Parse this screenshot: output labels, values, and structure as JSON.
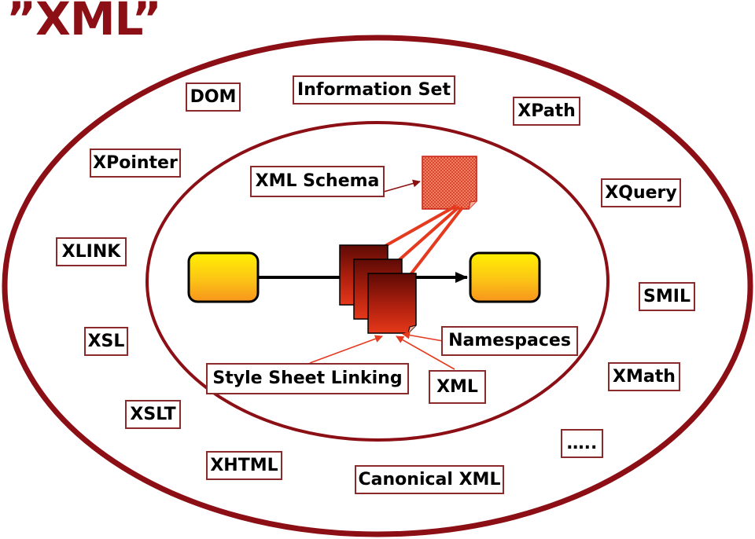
{
  "title": "”XML”",
  "colors": {
    "ring": "#8B0F14",
    "label_border": "#8B2A2A",
    "arrow": "#E53A1E",
    "doc_dark": "#6A0C06",
    "doc_light": "#E5381A",
    "node_top": "#FFF100",
    "node_bottom": "#F7941D"
  },
  "outer_labels": {
    "dom": "DOM",
    "information_set": "Information Set",
    "xpath": "XPath",
    "xpointer": "XPointer",
    "xquery": "XQuery",
    "xlink": "XLINK",
    "smil": "SMIL",
    "xsl": "XSL",
    "xmath": "XMath",
    "xslt": "XSLT",
    "xhtml": "XHTML",
    "canonical_xml": "Canonical XML",
    "more": "….."
  },
  "inner_labels": {
    "xml_schema": "XML Schema",
    "namespaces": "Namespaces",
    "style_sheet_linking": "Style Sheet Linking",
    "xml": "XML"
  }
}
